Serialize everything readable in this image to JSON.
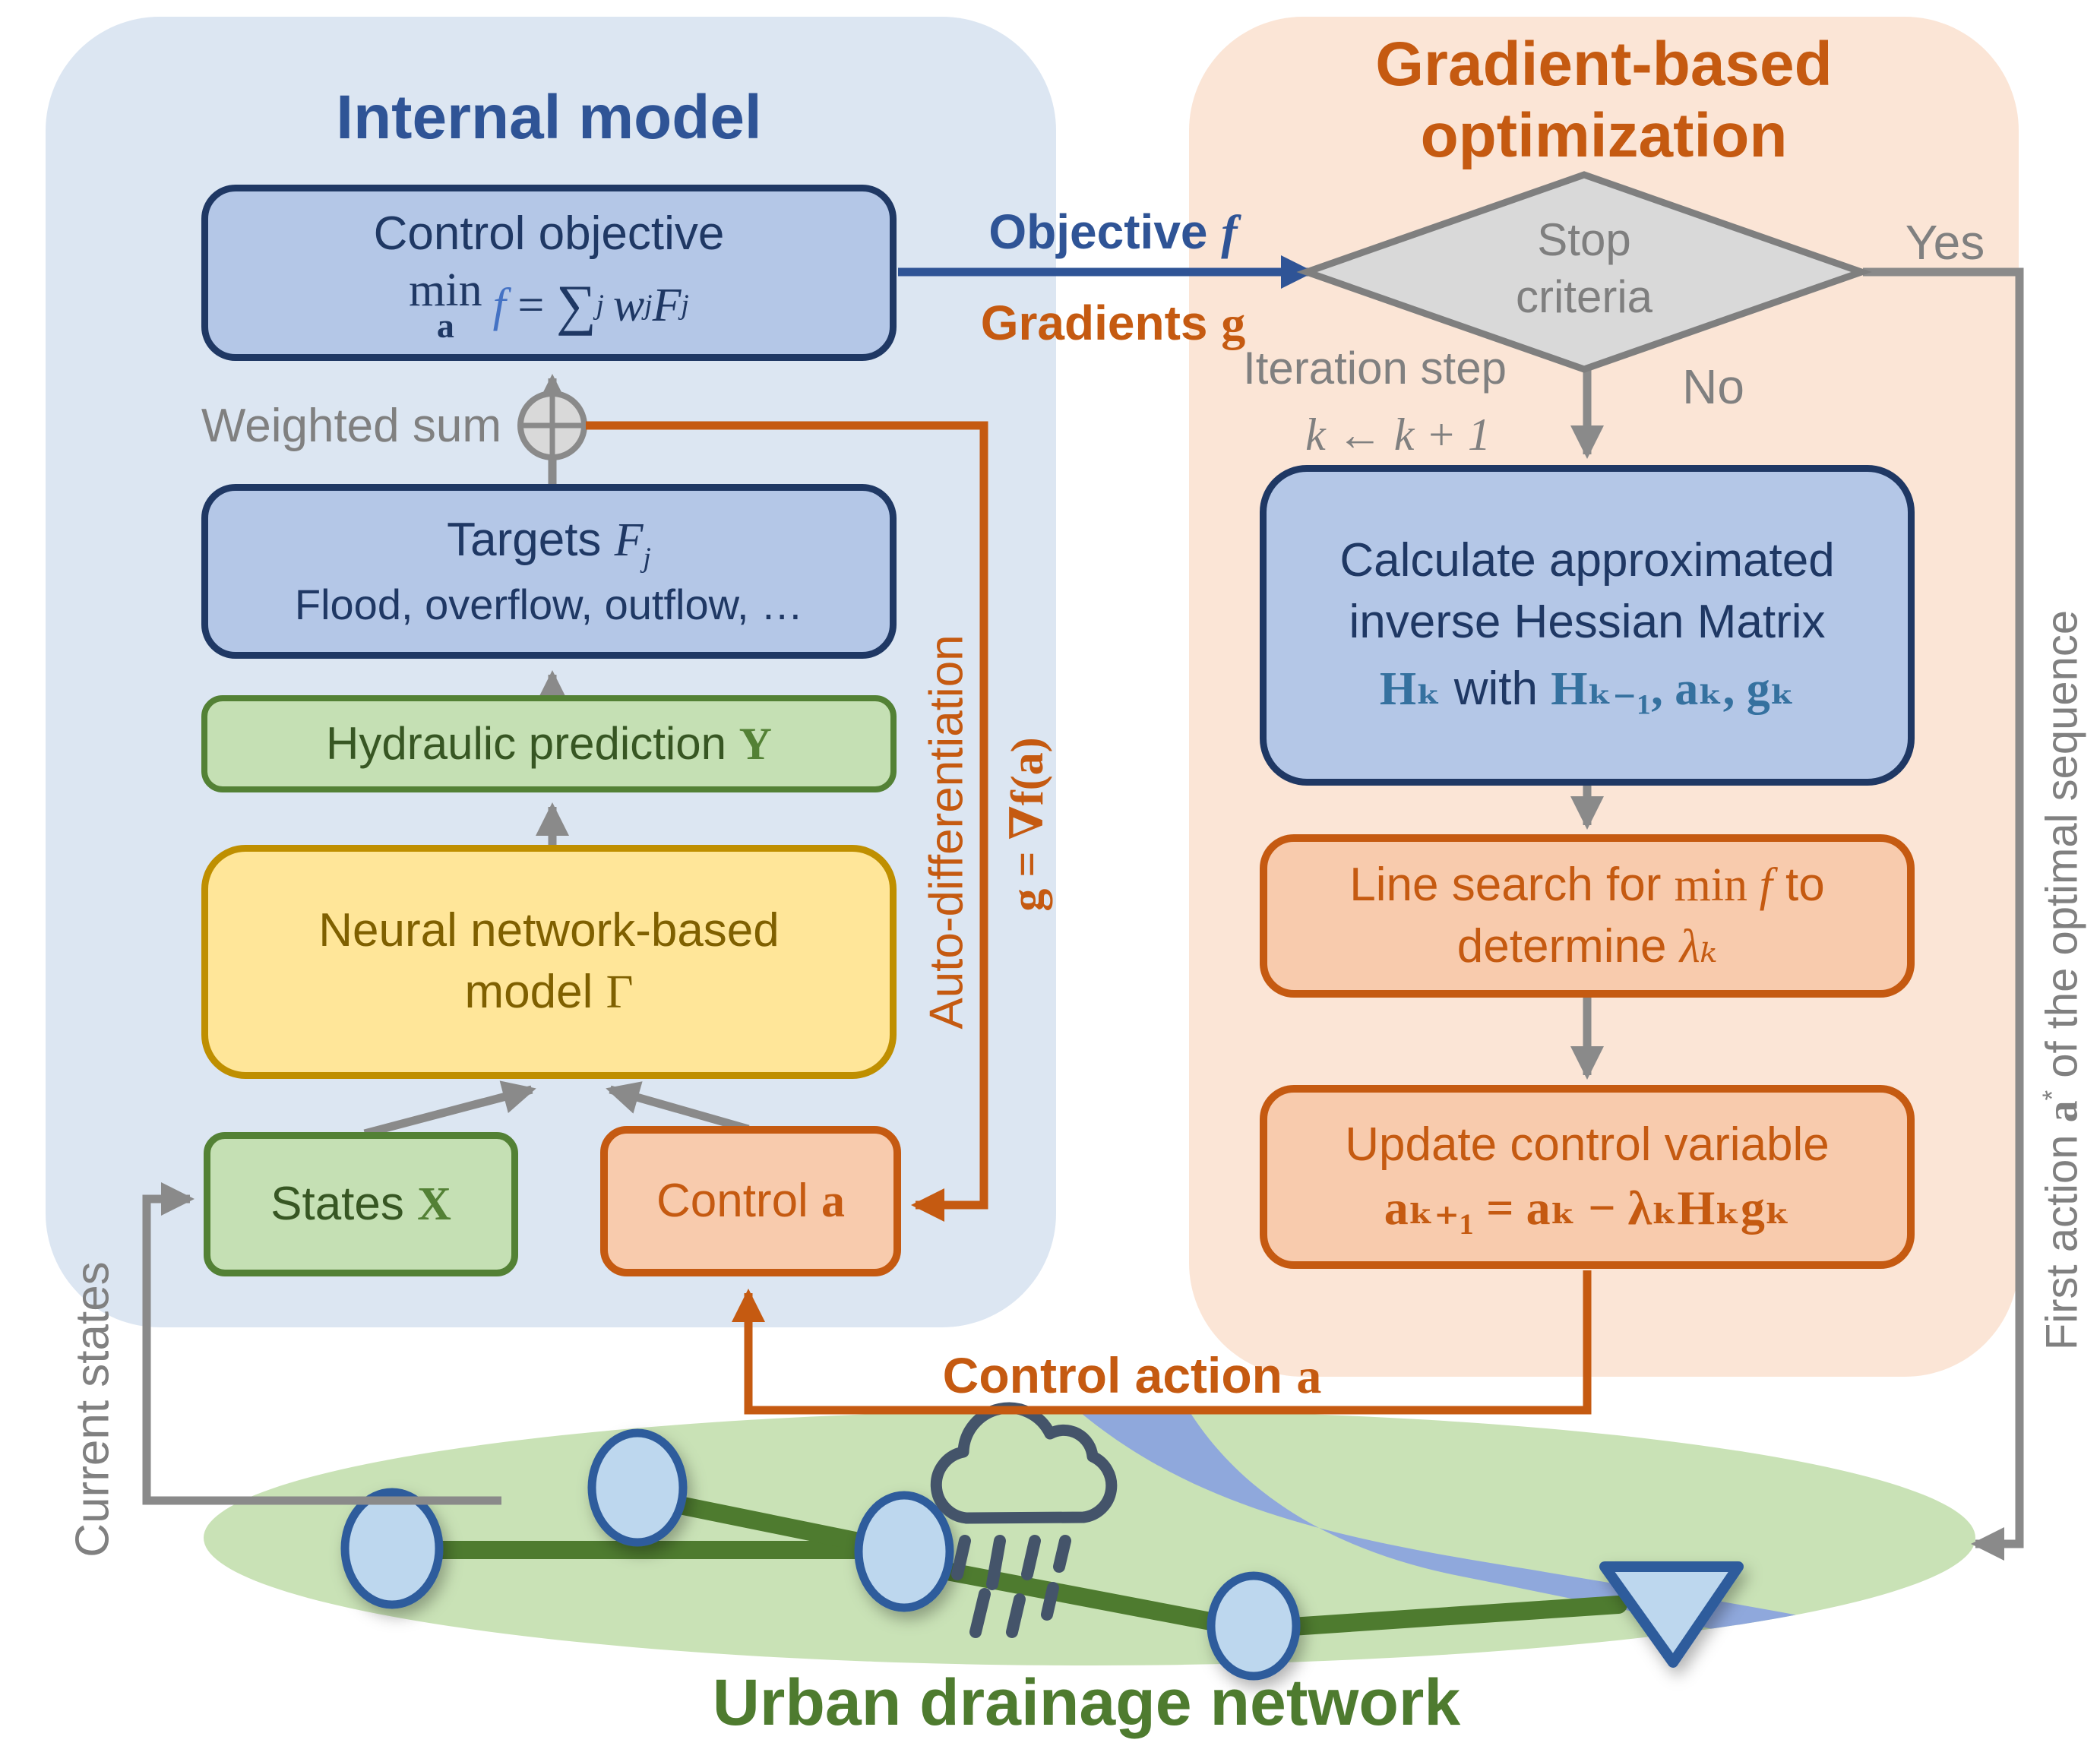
{
  "colors": {
    "navy": "#1f3864",
    "title_blue": "#2f5496",
    "orange": "#c55a11",
    "green": "#538135",
    "green_dark": "#375623",
    "olive": "#7f6000",
    "gray": "#808080",
    "teal": "#35719f",
    "formula_blue": "#4472c4",
    "panel_blue": "#dce6f2",
    "panel_orange": "#fbe5d6"
  },
  "internal": {
    "title": "Internal model",
    "control_objective": {
      "title": "Control objective",
      "min": "min",
      "min_sub": "a",
      "f": "f",
      "eq": " = ",
      "sigma": "∑",
      "sigma_sub": "j",
      "w": "w",
      "w_sub": "j",
      "F": "F",
      "F_sub": "j"
    },
    "weighted_sum": "Weighted sum",
    "targets": {
      "word": "Targets ",
      "F": "F",
      "F_sub": "j",
      "line2": "Flood, overflow, outflow, …"
    },
    "hydraulic": {
      "text": "Hydraulic prediction ",
      "var": "Y"
    },
    "neural": {
      "line1": "Neural network-based",
      "line2": "model ",
      "var": "Γ"
    },
    "states": {
      "text": "States ",
      "var": "X"
    },
    "control": {
      "text": "Control ",
      "var": "a"
    },
    "autodiff_label": "Auto-differentiation",
    "autodiff_formula": "g = ∇f(a)"
  },
  "optimization": {
    "title1": "Gradient-based",
    "title2": "optimization",
    "stop1": "Stop",
    "stop2": "criteria",
    "yes": "Yes",
    "no": "No",
    "iter_label": "Iteration step",
    "iter_formula": "k ← k + 1",
    "hessian": {
      "line1": "Calculate approximated",
      "line2": "inverse Hessian Matrix",
      "m1": "Hₖ",
      "mid": " with ",
      "m2": "Hₖ₋₁, aₖ, gₖ"
    },
    "line_search": {
      "a": "Line search for ",
      "min": "min ",
      "f": "f",
      "c": " to",
      "d": "determine ",
      "lam": "λₖ"
    },
    "update": {
      "line1": "Update control variable",
      "formula": "aₖ₊₁ = aₖ − λₖHₖgₖ"
    }
  },
  "labels": {
    "objective": {
      "text": "Objective ",
      "var": "f"
    },
    "gradients": {
      "text": "Gradients ",
      "var": "g"
    },
    "control_action": {
      "text": "Control action ",
      "var": "a"
    },
    "current_states": "Current states",
    "first_action": {
      "pre": "First action ",
      "var": "a",
      "sup": "*",
      "post": " of the optimal sequence"
    }
  },
  "network": {
    "title": "Urban drainage network"
  }
}
